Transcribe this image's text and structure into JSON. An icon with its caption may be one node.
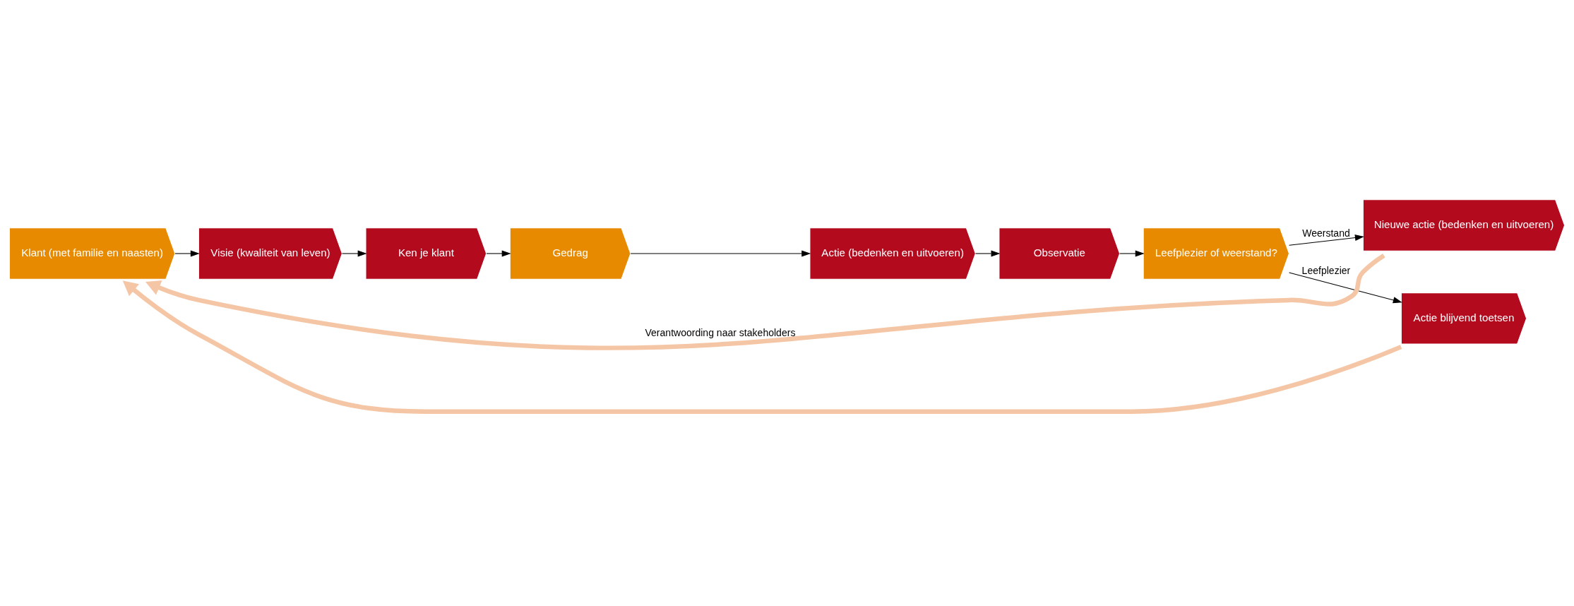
{
  "diagram": {
    "nodes": [
      {
        "text": [
          "Klant (met familie en naasten)"
        ]
      },
      {
        "text": [
          "Visie (kwaliteit van leven)"
        ]
      },
      {
        "text": [
          "Ken je klant"
        ]
      },
      {
        "text": [
          "Gedrag"
        ]
      },
      {
        "text": [
          "Actie (bedenken en uitvoeren)"
        ]
      },
      {
        "text": [
          "Observatie"
        ]
      },
      {
        "text": [
          "Leefplezier of weerstand?"
        ]
      },
      {
        "text": [
          "Nieuwe actie (bedenken en uitvoeren)"
        ]
      },
      {
        "text": [
          "Actie blijvend toetsen"
        ]
      }
    ],
    "edges": [
      {
        "from": 0,
        "to": 1,
        "arrow": "to"
      },
      {
        "from": 1,
        "to": 2,
        "arrow": "to"
      },
      {
        "from": 2,
        "to": 3,
        "arrow": "to"
      },
      {
        "from": 3,
        "to": 4,
        "arrow": "to"
      },
      {
        "from": 4,
        "to": 5,
        "arrow": "to"
      },
      {
        "from": 5,
        "to": 6,
        "arrow": "to"
      },
      {
        "from": 6,
        "to": 7,
        "arrow": "to",
        "label": "Weerstand"
      },
      {
        "from": 6,
        "to": 8,
        "arrow": "to",
        "label": "Leefplezier"
      },
      {
        "from": 7,
        "to": 0,
        "arrow": "to",
        "style": "thick",
        "color": "#f5c6a5",
        "label": "Verantwoording naar stakeholders"
      },
      {
        "from": 8,
        "to": 0,
        "arrow": "to",
        "style": "thick",
        "color": "#f5c6a5"
      }
    ]
  }
}
